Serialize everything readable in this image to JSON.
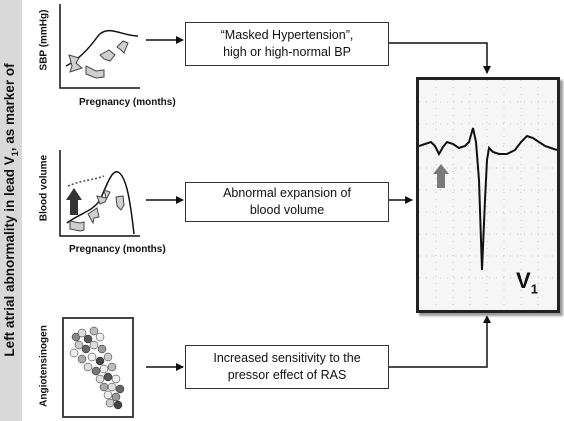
{
  "sidebar": {
    "title": "Left atrial abnormality in lead V",
    "title_sub": "1",
    "title_tail": ", as marker of"
  },
  "rows": [
    {
      "ylabel": "SBP (mmHg)",
      "xlabel": "Pregnancy (months)",
      "box_text": "“Masked Hypertension”,\nhigh or high-normal BP"
    },
    {
      "ylabel": "Blood volume",
      "xlabel": "Pregnancy (months)",
      "box_text": "Abnormal expansion of\nblood volume"
    },
    {
      "ylabel": "Angiotensinogen",
      "xlabel": "",
      "box_text": "Increased sensitivity to the\npressor effect of RAS"
    }
  ],
  "ecg": {
    "lead": "V",
    "lead_sub": "1"
  },
  "colors": {
    "sidebar": "#d9d9d9",
    "arrow_fill": "#cfcfcf",
    "ecg_bg": "#f6f6f6",
    "up_arrow_dark": "#333333",
    "up_arrow_gray": "#7a7a7a"
  }
}
